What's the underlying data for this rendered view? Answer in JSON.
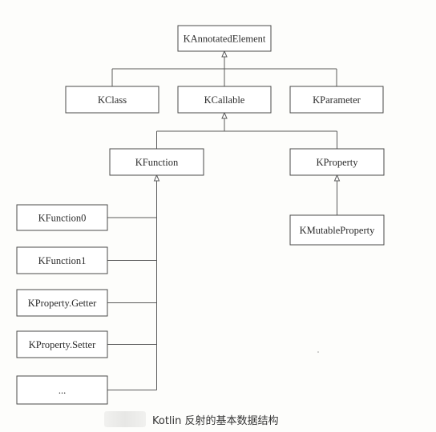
{
  "nodes": [
    {
      "id": "kannotatedelement",
      "label": "KAnnotatedElement"
    },
    {
      "id": "kclass",
      "label": "KClass"
    },
    {
      "id": "kcallable",
      "label": "KCallable"
    },
    {
      "id": "kparameter",
      "label": "KParameter"
    },
    {
      "id": "kfunction",
      "label": "KFunction"
    },
    {
      "id": "kproperty",
      "label": "KProperty"
    },
    {
      "id": "kmutableproperty",
      "label": "KMutableProperty"
    },
    {
      "id": "kfunction0",
      "label": "KFunction0"
    },
    {
      "id": "kfunction1",
      "label": "KFunction1"
    },
    {
      "id": "kproperty-getter",
      "label": "KProperty.Getter"
    },
    {
      "id": "kproperty-setter",
      "label": "KProperty.Setter"
    },
    {
      "id": "more",
      "label": "..."
    }
  ],
  "edges": [
    {
      "from": "kclass",
      "to": "kannotatedelement"
    },
    {
      "from": "kcallable",
      "to": "kannotatedelement"
    },
    {
      "from": "kparameter",
      "to": "kannotatedelement"
    },
    {
      "from": "kfunction",
      "to": "kcallable"
    },
    {
      "from": "kproperty",
      "to": "kcallable"
    },
    {
      "from": "kmutableproperty",
      "to": "kproperty"
    },
    {
      "from": "kfunction0",
      "to": "kfunction"
    },
    {
      "from": "kfunction1",
      "to": "kfunction"
    },
    {
      "from": "kproperty-getter",
      "to": "kfunction"
    },
    {
      "from": "kproperty-setter",
      "to": "kfunction"
    },
    {
      "from": "more",
      "to": "kfunction"
    }
  ],
  "caption": "Kotlin 反射的基本数据结构"
}
